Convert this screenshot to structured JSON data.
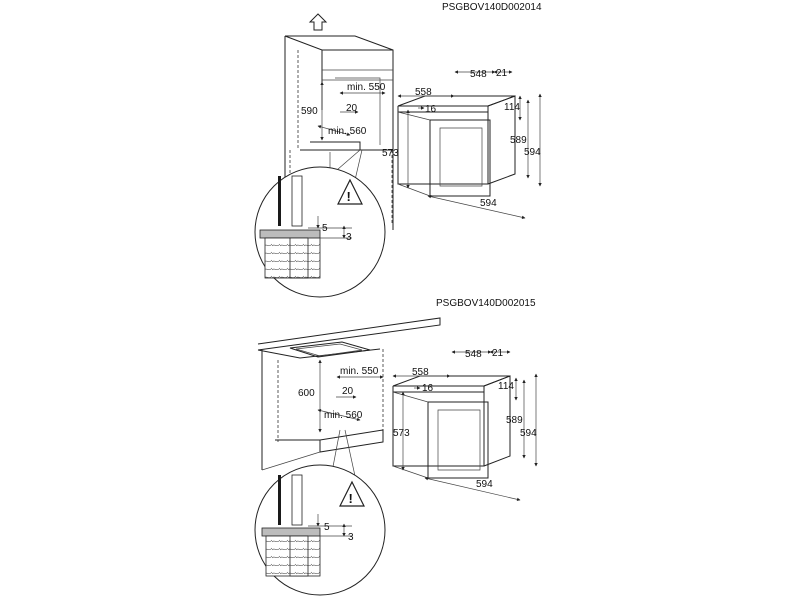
{
  "diagram_top": {
    "code": "PSGBOV140D002014",
    "cabinet": {
      "height": "590",
      "min_width": "min. 550",
      "vent": "20",
      "min_depth": "min. 560"
    },
    "oven": {
      "depth": "548",
      "front": "21",
      "depth_total": "558",
      "door": "16",
      "top_gap": "114",
      "height_front": "573",
      "height_body": "589",
      "height_total": "594",
      "width": "594"
    },
    "detail": {
      "gap5": "5",
      "gap3": "3",
      "warning_icon": "!"
    }
  },
  "diagram_bottom": {
    "code": "PSGBOV140D002015",
    "cabinet": {
      "height": "600",
      "min_width": "min. 550",
      "vent": "20",
      "min_depth": "min. 560"
    },
    "oven": {
      "depth": "548",
      "front": "21",
      "depth_total": "558",
      "door": "16",
      "top_gap": "114",
      "height_front": "573",
      "height_body": "589",
      "height_total": "594",
      "width": "594"
    },
    "detail": {
      "gap5": "5",
      "gap3": "3",
      "warning_icon": "!"
    }
  }
}
